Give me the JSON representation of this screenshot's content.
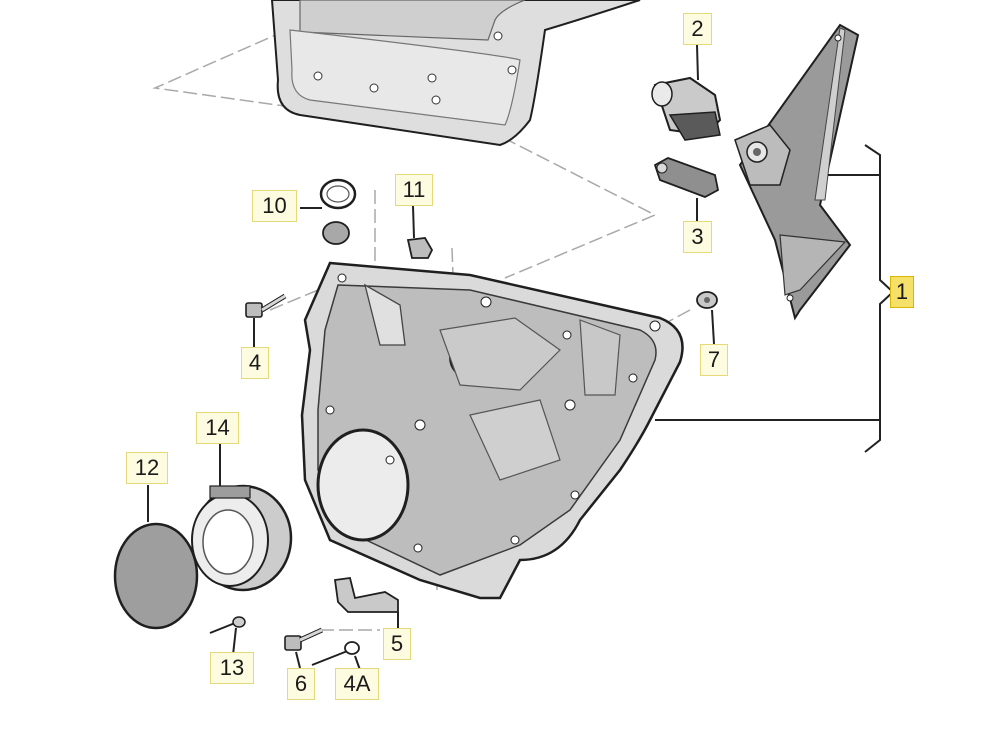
{
  "callouts": {
    "c1": "1",
    "c2": "2",
    "c3": "3",
    "c4": "4",
    "c4A": "4A",
    "c5": "5",
    "c6": "6",
    "c7": "7",
    "c10": "10",
    "c11": "11",
    "c12": "12",
    "c13": "13",
    "c14": "14"
  },
  "selected_callout": "1",
  "colors": {
    "part_fill": "#dddddd",
    "part_dark": "#8a8a8a",
    "outline": "#1f1f1f",
    "leader": "#222222",
    "guide_line": "#a9a9a9",
    "callout_bg": "#fdfbe0",
    "callout_selected_bg": "#f5e06a"
  }
}
